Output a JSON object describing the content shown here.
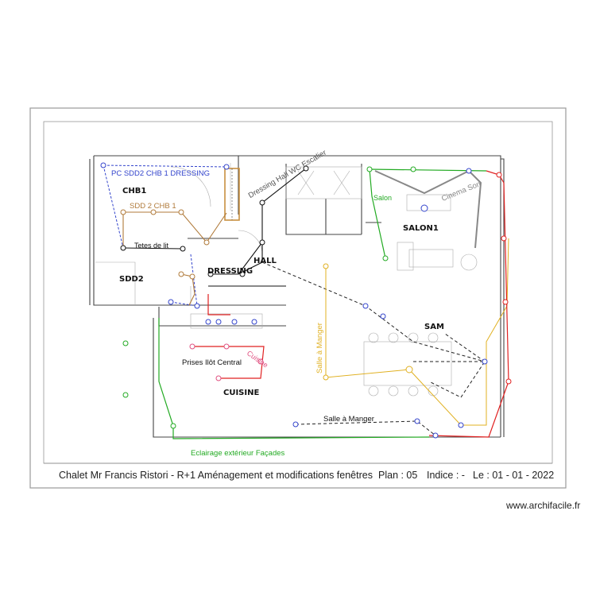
{
  "rooms": {
    "chb1": "CHB1",
    "sdd2": "SDD2",
    "dressing": "DRESSING",
    "hall": "HALL",
    "salon1": "SALON1",
    "sam": "SAM",
    "cuisine": "CUISINE"
  },
  "circuits": {
    "pc_sdd2": "PC SDD2 CHB 1 DRESSING",
    "sdd2_chb1": "SDD 2 CHB 1",
    "tetes_lit": "Tetes de lit",
    "dressing_hall": "Dressing Hall WC Escalier",
    "salon": "Salon",
    "cinema": "Cinema Son",
    "salle_manger_v": "Salle à Manger",
    "salle_manger_h": "Salle à Manger",
    "prises_ilot": "Prises Ilôt Central",
    "cuisine": "Cuisine",
    "eclairage": "Eclairage extérieur Façades"
  },
  "footer": {
    "title": "Chalet Mr Francis Ristori - R+1 Aménagement et modifications fenêtres",
    "plan": "Plan : 05",
    "indice": "Indice : -",
    "date": "Le : 01 - 01 - 2022"
  },
  "credit": "www.archifacile.fr",
  "colors": {
    "blue": "#3344cc",
    "brown": "#b07a3a",
    "black": "#111111",
    "green": "#22aa22",
    "grey": "#888888",
    "orange": "#e0b020",
    "red": "#e02020",
    "pink": "#e05080"
  }
}
